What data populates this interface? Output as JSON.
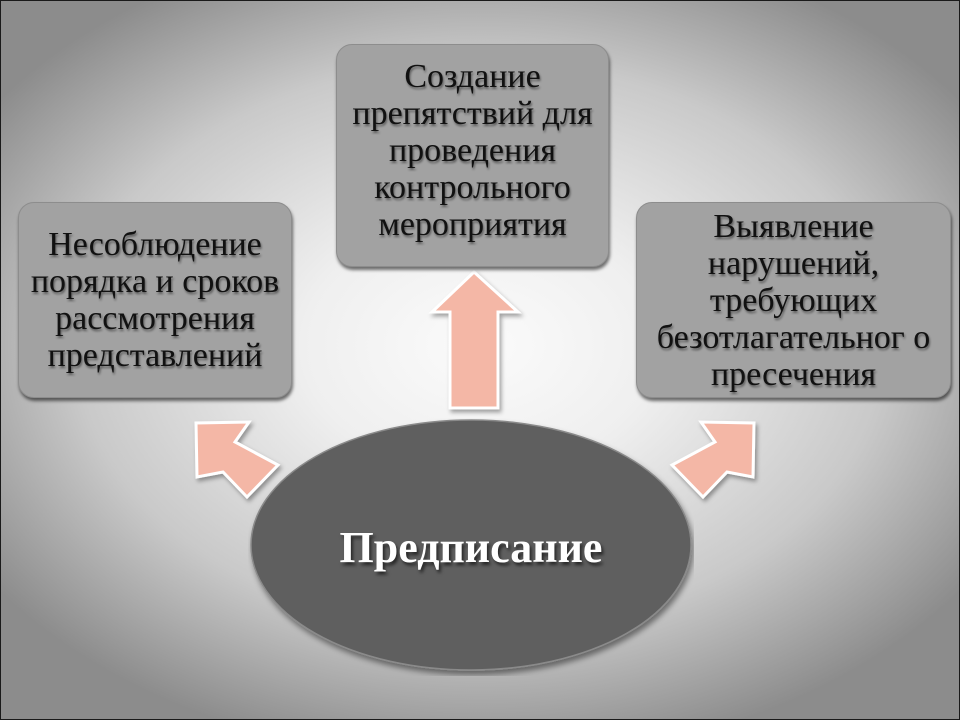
{
  "diagram": {
    "center": {
      "label": "Предписание"
    },
    "boxes": {
      "left": {
        "text": "Несоблюдение порядка и сроков рассмотрения представлений"
      },
      "top": {
        "text": "Создание препятствий для проведения контрольного мероприятия"
      },
      "right": {
        "text": "Выявление нарушений, требующих безотлагательног о пресечения"
      }
    },
    "colors": {
      "box_fill": "#a2a2a2",
      "ellipse_fill": "#5f5f5f",
      "arrow_fill": "#f4b7a6",
      "arrow_stroke": "#ffffff"
    }
  }
}
